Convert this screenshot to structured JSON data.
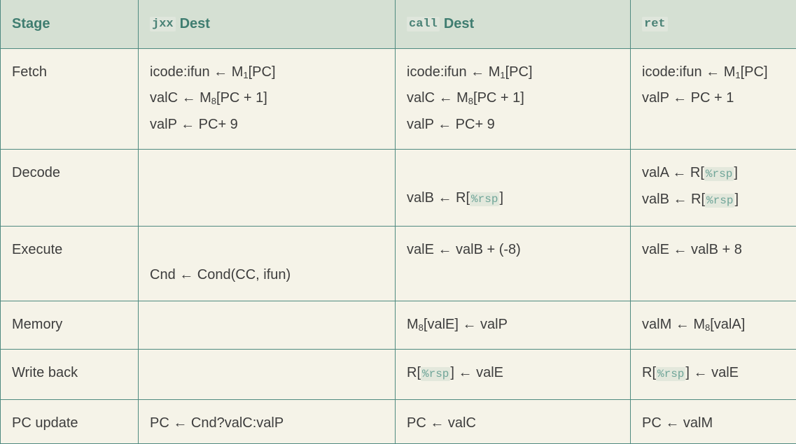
{
  "header": {
    "stage": "Stage",
    "jxx_code": "jxx",
    "jxx_label": "Dest",
    "call_code": "call",
    "call_label": "Dest",
    "ret_code": "ret"
  },
  "rows": {
    "fetch": {
      "stage": "Fetch",
      "jxx": [
        "icode:ifun ← M",
        "[PC]",
        "valC ← M",
        "[PC + 1]",
        "valP ← PC+ 9"
      ],
      "call": [
        "icode:ifun ← M",
        "[PC]",
        "valC ← M",
        "[PC + 1]",
        "valP ← PC+ 9"
      ],
      "ret": [
        "icode:ifun ← M",
        "[PC]",
        "valP ← PC + 1"
      ]
    },
    "decode": {
      "stage": "Decode",
      "call_b_pre": "valB ← R[",
      "ret_a_pre": "valA ← R[",
      "ret_b_pre": "valB ← R["
    },
    "execute": {
      "stage": "Execute",
      "jxx": "Cnd ← Cond(CC, ifun)",
      "call": "valE ← valB + (-8)",
      "ret": "valE ← valB + 8"
    },
    "memory": {
      "stage": "Memory",
      "call_pre": "M",
      "call_post": "[valE] ← valP",
      "ret_pre": "valM ← M",
      "ret_post": "[valA]"
    },
    "writeback": {
      "stage": "Write back",
      "pre": "R[",
      "post": "] ← valE"
    },
    "pcupdate": {
      "stage": "PC update",
      "jxx": "PC ← Cnd?valC:valP",
      "call": "PC ← valC",
      "ret": "PC ← valM"
    }
  },
  "regs": {
    "rsp": "%rsp"
  },
  "subs": {
    "one": "1",
    "eight": "8"
  },
  "bracket_close": "]"
}
